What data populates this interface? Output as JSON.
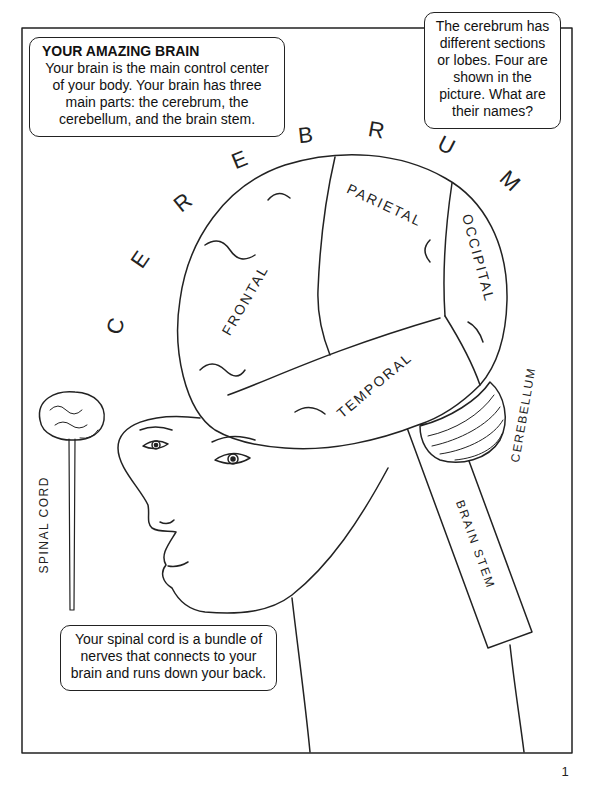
{
  "diagram": {
    "nodes": [
      {
        "text": [
          "YOUR AMAZING BRAIN",
          "Your brain is the main control center of your body. Your brain has three main parts: the cerebrum, the cerebellum, and the brain stem."
        ]
      },
      {
        "text": [
          "The cerebrum has different sections or lobes. Four are shown in the picture. What are their names?"
        ]
      },
      {
        "text": [
          "Your spinal cord is a bundle of nerves that connects to your brain and runs down your back."
        ]
      }
    ],
    "labels": [
      "CEREBRUM",
      "PARIETAL",
      "FRONTAL",
      "OCCIPITAL",
      "TEMPORAL",
      "SPINAL CORD",
      "CEREBELLUM",
      "BRAIN STEM",
      "1"
    ]
  }
}
